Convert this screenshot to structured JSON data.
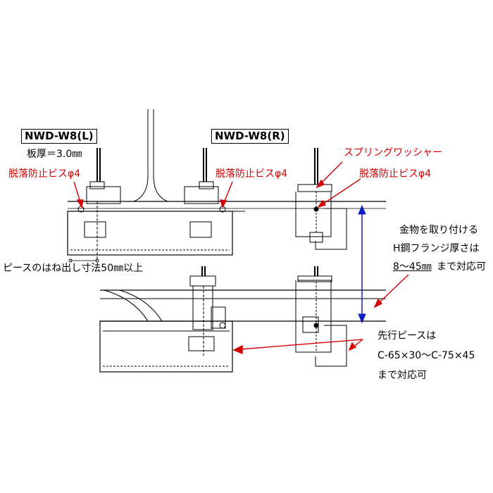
{
  "labels": {
    "model_left": "NWD-W8(L)",
    "thickness": "板厚＝3.0㎜",
    "screw_left": "脱落防止ビスφ4",
    "model_right": "NWD-W8(R)",
    "screw_mid": "脱落防止ビスφ4",
    "spring_washer": "スプリングワッシャー",
    "screw_right": "脱落防止ビスφ4",
    "flange_line1": "金物を取り付ける",
    "flange_line2": "H鋼フランジ厚さは",
    "flange_range": "8～45㎜",
    "flange_suffix": "まで対応可",
    "protrusion": "ピースのはね出し寸法50㎜以上",
    "piece_line1": "先行ピースは",
    "piece_line2": "C-65×30～C-75×45",
    "piece_line3": "まで対応可"
  },
  "colors": {
    "annotation_red": "#d40000",
    "dimension_blue": "#1020c0",
    "line_black": "#000000"
  }
}
